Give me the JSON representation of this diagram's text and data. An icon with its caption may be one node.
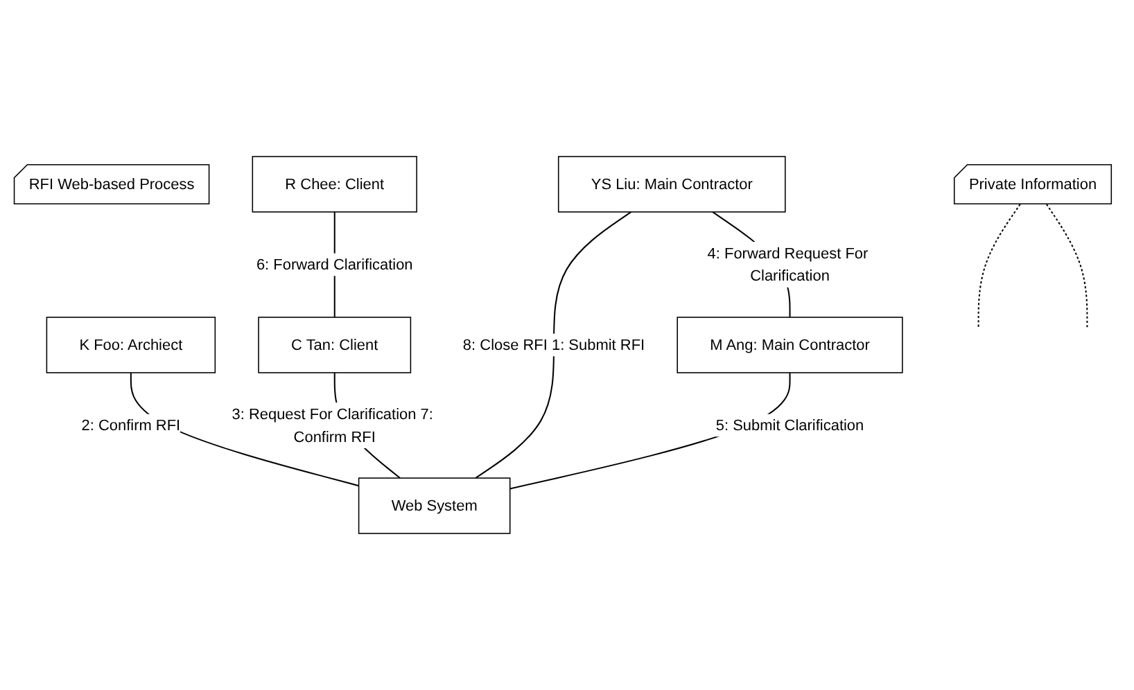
{
  "diagram": {
    "nodes": [
      {
        "text": [
          "RFI Web-based Process"
        ]
      },
      {
        "text": [
          "K Foo: Archiect"
        ]
      },
      {
        "text": [
          "YS Liu: Main Contractor"
        ]
      },
      {
        "text": [
          "Web System"
        ]
      },
      {
        "text": [
          "C Tan: Client"
        ]
      },
      {
        "text": [
          "M Ang: Main Contractor"
        ]
      },
      {
        "text": [
          "Private Information"
        ]
      },
      {
        "text": [
          "R Chee: Client"
        ]
      }
    ],
    "edges": [
      {
        "from": 1,
        "to": 3,
        "arrow": "none",
        "label": "2: Confirm RFI"
      },
      {
        "from": 2,
        "to": 3,
        "arrow": "none",
        "label": "8: Close RFI 1: Submit RFI"
      },
      {
        "from": 4,
        "to": 3,
        "arrow": "none",
        "label": "3: Request For Clarification 7: Confirm RFI"
      },
      {
        "from": 2,
        "to": 5,
        "arrow": "none",
        "label": "4: Forward Request For Clarification"
      },
      {
        "from": 5,
        "to": 3,
        "arrow": "none",
        "label": "5: Submit Clarification"
      },
      {
        "from": 7,
        "to": 4,
        "arrow": "none",
        "label": "6: Forward Clarification"
      },
      {
        "from": 6,
        "to": null,
        "arrow": "none",
        "style": "dashed"
      },
      {
        "from": 6,
        "to": null,
        "arrow": "none",
        "style": "dashed"
      }
    ]
  }
}
